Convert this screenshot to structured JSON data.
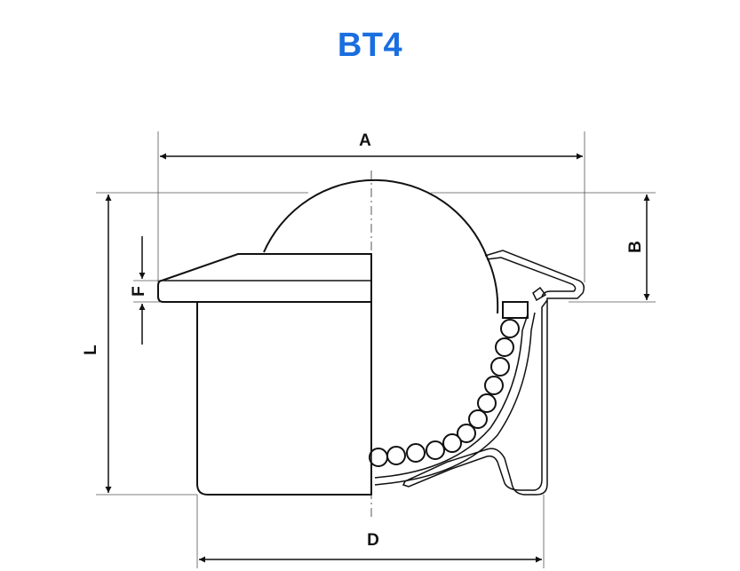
{
  "title": "BT4",
  "title_color": "#1a6ee0",
  "dimensions": {
    "a": "A",
    "b": "B",
    "d": "D",
    "f": "F",
    "l": "L"
  }
}
